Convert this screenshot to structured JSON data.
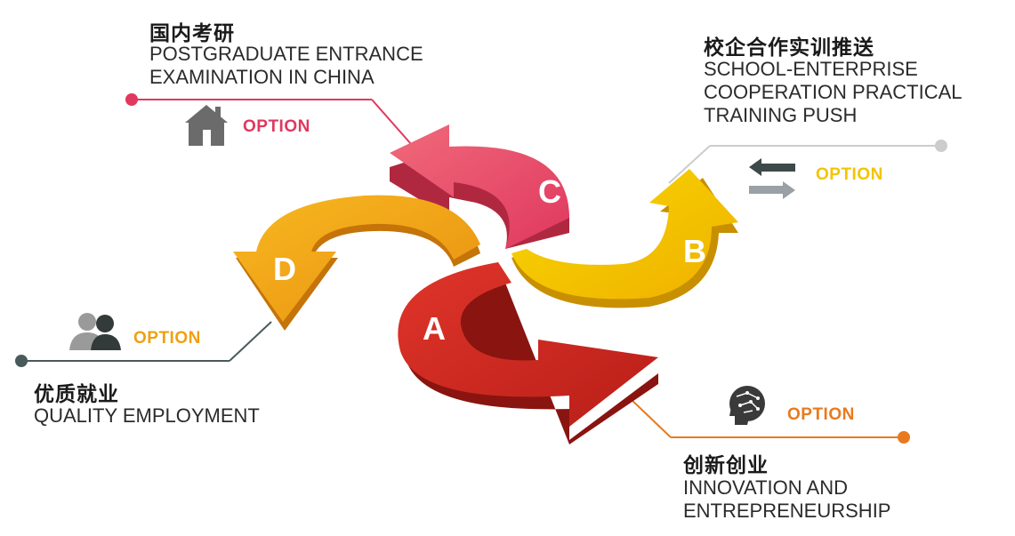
{
  "options": {
    "c": {
      "letter": "C",
      "title_cn": "国内考研",
      "title_en": [
        "POSTGRADUATE ENTRANCE",
        "EXAMINATION IN CHINA"
      ],
      "option": "OPTION",
      "color": "#e0385f",
      "icon": "house-icon"
    },
    "b": {
      "letter": "B",
      "title_cn": "校企合作实训推送",
      "title_en": [
        "SCHOOL-ENTERPRISE",
        "COOPERATION PRACTICAL",
        "TRAINING PUSH"
      ],
      "option": "OPTION",
      "color": "#f2c400",
      "icon": "exchange-arrows-icon"
    },
    "d": {
      "letter": "D",
      "title_cn": "优质就业",
      "title_en": [
        "QUALITY EMPLOYMENT"
      ],
      "option": "OPTION",
      "color": "#f0a010",
      "icon": "people-icon"
    },
    "a": {
      "letter": "A",
      "title_cn": "创新创业",
      "title_en": [
        "INNOVATION AND",
        "ENTREPRENEURSHIP"
      ],
      "option": "OPTION",
      "color": "#d42a1e",
      "icon": "brain-head-icon"
    }
  },
  "colors": {
    "line_c": "#e0385f",
    "line_b": "#cccccc",
    "line_d": "#4a5a5a",
    "line_a": "#e87a1e"
  }
}
